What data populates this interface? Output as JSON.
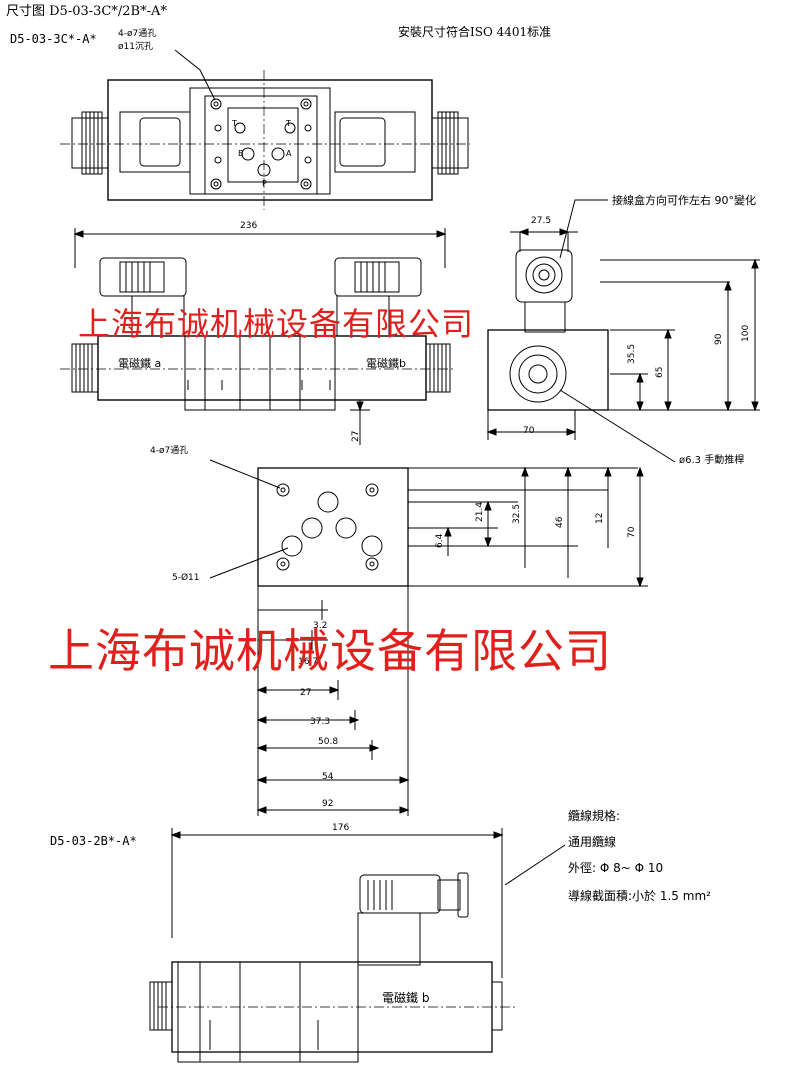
{
  "header": {
    "title": "尺寸图 D5-03-3C*/2B*-A*",
    "model_3c": "D5-03-3C*-A*",
    "standard_note": "安裝尺寸符合ISO 4401标准",
    "model_2b": "D5-03-2B*-A*"
  },
  "top_view": {
    "hole_label_1": "4-ø7通孔",
    "hole_label_2": "ø11沉孔",
    "port_t1": "T",
    "port_t2": "T",
    "port_b": "B",
    "port_a": "A",
    "port_p": "P"
  },
  "front_view": {
    "dim_total": "236",
    "solenoid_a": "電磁鐵 a",
    "solenoid_b": "電磁鐵b",
    "dim_27": "27"
  },
  "side_view": {
    "note_junction": "接線盒方向可作左右 90°變化",
    "dim_27_5": "27.5",
    "dim_100": "100",
    "dim_90": "90",
    "dim_65": "65",
    "dim_35_5": "35.5",
    "dim_70": "70",
    "manual_rod": "ø6.3 手動推桿"
  },
  "mount_view": {
    "through_holes": "4-ø7通孔",
    "port_holes": "5-Ø11",
    "dim_6_4": "6.4",
    "dim_21_4": "21.4",
    "dim_32_5": "32.5",
    "dim_46": "46",
    "dim_12": "12",
    "dim_70": "70",
    "dim_3_2": "3.2",
    "dim_16_7": "16.7",
    "dim_27": "27",
    "dim_37_3": "37.3",
    "dim_50_8": "50.8",
    "dim_54": "54",
    "dim_92": "92"
  },
  "cable_spec": {
    "title": "纜線規格:",
    "line1": "通用纜線",
    "line2": "外徑: Φ 8~ Φ 10",
    "line3": "導線截面積:小於 1.5 mm²"
  },
  "bottom_view": {
    "dim_176": "176",
    "solenoid_b": "電磁鐵 b"
  },
  "watermark": {
    "text_1": "上海布诚机械设备有限公司",
    "text_2": "上海布诚机械设备有限公司"
  },
  "colors": {
    "watermark": "#e0201c",
    "line": "#000000"
  }
}
